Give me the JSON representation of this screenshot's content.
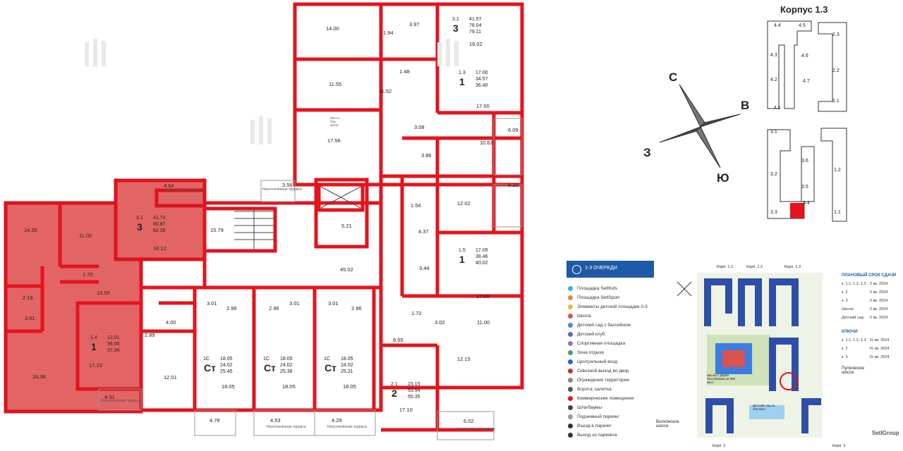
{
  "building": {
    "title": "Корпус 1.3"
  },
  "compass": {
    "n": "С",
    "e": "В",
    "w": "З",
    "s": "Ю"
  },
  "apartments": [
    {
      "num": "3.1",
      "rooms": "3",
      "a1": "41.57",
      "a2": "78.04",
      "a3": "79.11"
    },
    {
      "num": "1.3",
      "rooms": "1",
      "a1": "17.00",
      "a2": "34.57",
      "a3": "36.40"
    },
    {
      "num": "1.5",
      "rooms": "1",
      "a1": "17.09",
      "a2": "38.46",
      "a3": "40.02"
    },
    {
      "num": "3.1",
      "rooms": "3",
      "a1": "41.73",
      "a2": "80.87",
      "a3": "82.26"
    },
    {
      "num": "1.4",
      "rooms": "1",
      "a1": "12.01",
      "a2": "36.05",
      "a3": "37.34"
    },
    {
      "num": "1С",
      "rooms": "Ст",
      "a1": "18.05",
      "a2": "24.02",
      "a3": "25.45"
    },
    {
      "num": "1С",
      "rooms": "Ст",
      "a1": "18.05",
      "a2": "24.02",
      "a3": "25.38"
    },
    {
      "num": "1С",
      "rooms": "Ст",
      "a1": "18.05",
      "a2": "24.02",
      "a3": "25.31"
    },
    {
      "num": "2.1",
      "rooms": "2",
      "a1": "23.15",
      "a2": "53.54",
      "a3": "55.35"
    }
  ],
  "rooms": [
    "14.00",
    "1.94",
    "3.97",
    "16.02",
    "11.55",
    "11.52",
    "1.48",
    "17.00",
    "17.56",
    "3.08",
    "10.63",
    "6.09",
    "3.86",
    "3.56",
    "5.21",
    "12.02",
    "5.20",
    "4.64",
    "1.54",
    "11.02",
    "15.79",
    "14.35",
    "18.12",
    "4.37",
    "45.02",
    "3.44",
    "1.70",
    "13.55",
    "17.09",
    "2.16",
    "3.61",
    "3.01",
    "2.96",
    "2.96",
    "3.01",
    "3.01",
    "2.96",
    "1.72",
    "3.02",
    "11.00",
    "2.89",
    "4.00",
    "8.55",
    "17.15",
    "12.01",
    "18.05",
    "18.05",
    "18.05",
    "12.15",
    "17.10",
    "16.36",
    "4.31",
    "4.78",
    "4.53",
    "4.29",
    "6.02"
  ],
  "terrace_label": "Неостеклённая терраса",
  "parking_label": "Место под кухни",
  "legend": {
    "header": "1-3 ОЧЕРЕДИ",
    "items": [
      "Площадка SetlKids",
      "Площадка SetlSport",
      "Элементы детской площадки 0-3",
      "Школа",
      "Детский сад с бассейном",
      "Детский клуб",
      "Спортивная площадка",
      "Зона отдыха",
      "Центральный вход",
      "Сквозной выход во двор",
      "Ограждение территории",
      "Ворота, калитка",
      "Коммерческие помещения",
      "Шлагбаумы",
      "Подземный паркинг",
      "Въезд в паркинг",
      "Выход из паркинга"
    ],
    "colors": [
      "#4aa7e0",
      "#e08a2e",
      "#e5b93a",
      "#d9534f",
      "#3b8fd6",
      "#5b6bc8",
      "#a66bd3",
      "#3aa85c",
      "#2a62c9",
      "#c03030",
      "#888888",
      "#555555",
      "#d91e1e",
      "#444444",
      "#999999",
      "#333333",
      "#333333"
    ]
  },
  "map": {
    "labels": [
      "Корп. 1.1",
      "Корп. 1.2",
      "Корп. 1.3",
      "Корп. 2",
      "Корп. 3"
    ],
    "school": "Школа с двумя бассейнами на 990 мест",
    "kinder": "Детский сад на 100 мест",
    "road1": "Пулковское шоссе",
    "road2": "Волхонское шоссе",
    "brand": "SetlGroup"
  },
  "schedule": {
    "title": "ПЛАНОВЫЙ СРОК СДАЧИ",
    "rows": [
      [
        "к. 1.1, 1.2, 1.3",
        "II кв. 2024"
      ],
      [
        "к. 2",
        "II кв. 2024"
      ],
      [
        "к. 3",
        "II кв. 2024"
      ],
      [
        "Школа",
        "II кв. 2024"
      ],
      [
        "Детский сад",
        "II кв. 2024"
      ]
    ],
    "keys_title": "КЛЮЧИ",
    "keys": [
      [
        "к. 1.1, 1.2, 1.3",
        "IV кв. 2024"
      ],
      [
        "к. 2",
        "IV кв. 2024"
      ],
      [
        "к. 3",
        "IV кв. 2024"
      ]
    ]
  },
  "mini_sections": [
    "4.4",
    "4.5",
    "2.3",
    "4.3",
    "4.6",
    "2.2",
    "4.2",
    "4.7",
    "2.1",
    "4.1",
    "3.1",
    "3.6",
    "1.2",
    "3.2",
    "3.5",
    "3.3",
    "3.4",
    "1.1"
  ],
  "colors": {
    "wall": "#e3141e",
    "highlight": "#e05a5a",
    "accent": "#1e5aa8"
  }
}
